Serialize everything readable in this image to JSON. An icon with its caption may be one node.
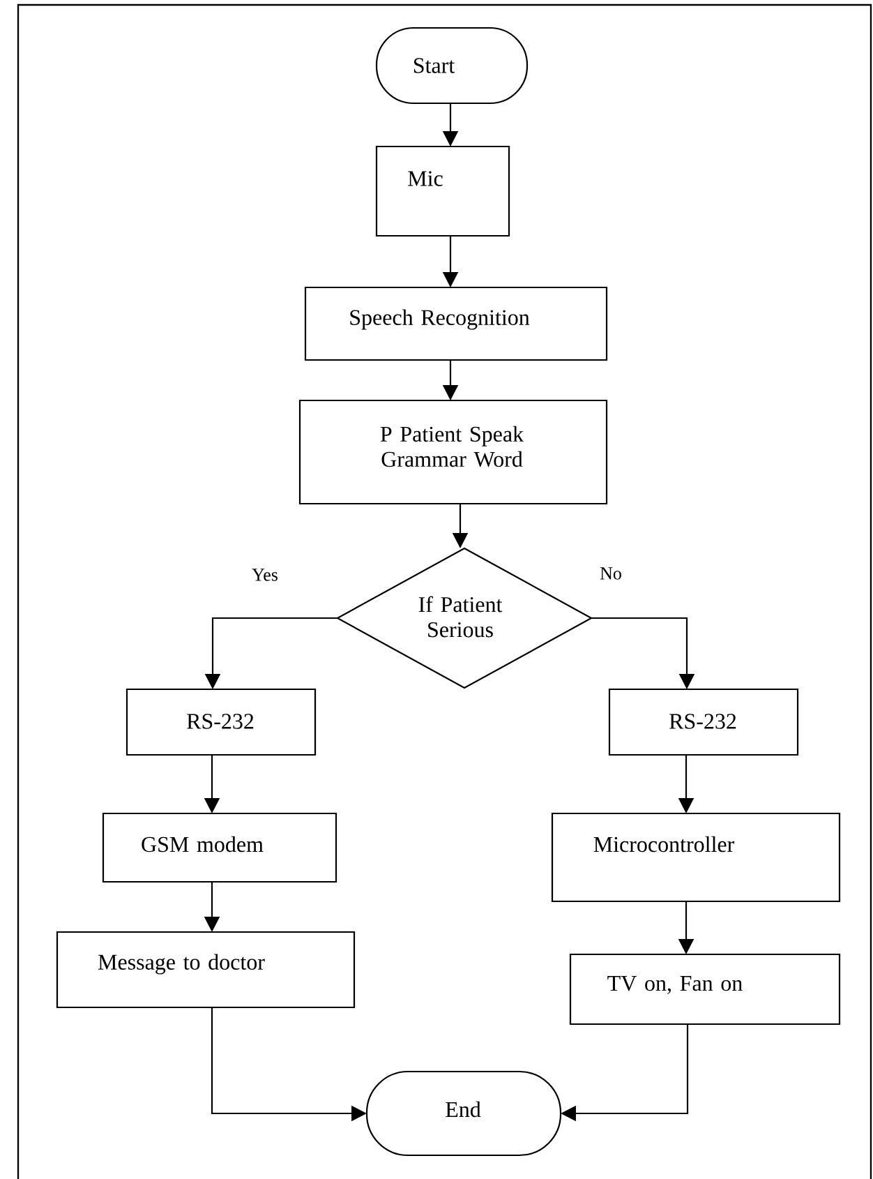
{
  "diagram": {
    "nodes": [
      {
        "text": [
          "Start"
        ]
      },
      {
        "text": [
          "Mic"
        ]
      },
      {
        "text": [
          "Speech Recognition"
        ]
      },
      {
        "text": [
          "P Patient Speak Grammar Word"
        ]
      },
      {
        "text": [
          "If Patient Serious"
        ]
      },
      {
        "text": [
          "RS-232"
        ]
      },
      {
        "text": [
          "RS-232"
        ]
      },
      {
        "text": [
          "GSM modem"
        ]
      },
      {
        "text": [
          "Microcontroller"
        ]
      },
      {
        "text": [
          "Message to doctor"
        ]
      },
      {
        "text": [
          "TV on, Fan on"
        ]
      },
      {
        "text": [
          "End"
        ]
      }
    ],
    "edges": [
      {
        "from": 0,
        "to": 1,
        "arrow": "to"
      },
      {
        "from": 1,
        "to": 2,
        "arrow": "to"
      },
      {
        "from": 2,
        "to": 3,
        "arrow": "to"
      },
      {
        "from": 3,
        "to": 4,
        "arrow": "to"
      },
      {
        "from": 4,
        "to": 5,
        "arrow": "to",
        "label": "Yes"
      },
      {
        "from": 4,
        "to": 6,
        "arrow": "to",
        "label": "No"
      },
      {
        "from": 5,
        "to": 7,
        "arrow": "to"
      },
      {
        "from": 6,
        "to": 8,
        "arrow": "to"
      },
      {
        "from": 7,
        "to": 9,
        "arrow": "to"
      },
      {
        "from": 8,
        "to": 10,
        "arrow": "to"
      },
      {
        "from": 9,
        "to": 11,
        "arrow": "to"
      },
      {
        "from": 10,
        "to": 11,
        "arrow": "to"
      }
    ]
  }
}
